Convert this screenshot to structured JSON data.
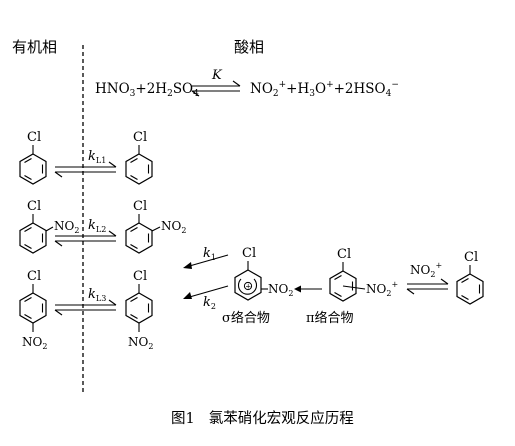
{
  "phases": {
    "organic": "有机相",
    "acid": "酸相"
  },
  "equilibrium": {
    "left_hno3": "HNO",
    "left_sub3": "3",
    "left_plus_2h2so4": "+2H",
    "left_sub2": "2",
    "left_so4": "SO",
    "left_sub4": "4",
    "constant": "K",
    "right_no2": "NO",
    "right_sub2": "2",
    "right_sup_plus1": "+",
    "right_plus_h3o": "+H",
    "right_sub3": "3",
    "right_o": "O",
    "right_sup_plus2": "+",
    "right_plus_2hso4": "+2HSO",
    "right_sub4": "4",
    "right_sup_minus": "−"
  },
  "molecule_labels": {
    "cl": "Cl",
    "no2_main": "NO",
    "no2_sub": "2"
  },
  "rate_constants": {
    "k": "k",
    "l1": "L1",
    "l2": "L2",
    "l3": "L3",
    "k1_sub": "1",
    "k2_sub": "2"
  },
  "intermediates": {
    "sigma": "σ络合物",
    "pi": "π络合物",
    "no2plus_main": "NO",
    "no2plus_sub": "2",
    "no2plus_sup": "+"
  },
  "caption": {
    "figure_number": "图1",
    "title": "氯苯硝化宏观反应历程"
  }
}
